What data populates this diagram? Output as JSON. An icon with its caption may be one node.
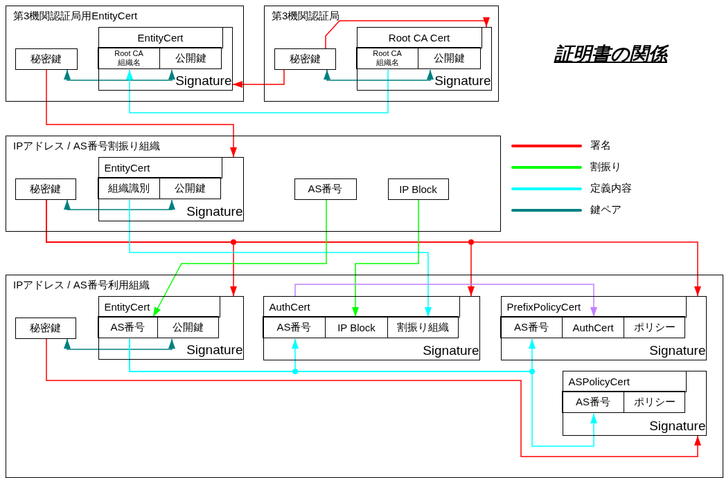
{
  "diagram": {
    "title": "証明書の関係",
    "nodes": [
      {
        "text": [
          "第3機関認証局用EntityCert"
        ]
      },
      {
        "text": [
          "秘密鍵"
        ],
        "in": 0
      },
      {
        "text": [
          "EntityCert",
          "Signature"
        ],
        "in": 0
      },
      {
        "text": [
          "Root CA 組織名"
        ],
        "in": 2
      },
      {
        "text": [
          "公開鍵"
        ],
        "in": 2
      },
      {
        "text": [
          "第3機関認証局"
        ]
      },
      {
        "text": [
          "秘密鍵"
        ],
        "in": 5
      },
      {
        "text": [
          "Root CA Cert",
          "Signature"
        ],
        "in": 5
      },
      {
        "text": [
          "Root CA 組織名"
        ],
        "in": 7
      },
      {
        "text": [
          "公開鍵"
        ],
        "in": 7
      },
      {
        "text": [
          "IPアドレス / AS番号割振り組織"
        ]
      },
      {
        "text": [
          "秘密鍵"
        ],
        "in": 10
      },
      {
        "text": [
          "EntityCert",
          "Signature"
        ],
        "in": 10
      },
      {
        "text": [
          "組織識別"
        ],
        "in": 12
      },
      {
        "text": [
          "公開鍵"
        ],
        "in": 12
      },
      {
        "text": [
          "AS番号"
        ],
        "in": 10
      },
      {
        "text": [
          "IP Block"
        ],
        "in": 10
      },
      {
        "text": [
          "IPアドレス / AS番号利用組織"
        ]
      },
      {
        "text": [
          "秘密鍵"
        ],
        "in": 17
      },
      {
        "text": [
          "EntityCert",
          "Signature"
        ],
        "in": 17
      },
      {
        "text": [
          "AS番号"
        ],
        "in": 19
      },
      {
        "text": [
          "公開鍵"
        ],
        "in": 19
      },
      {
        "text": [
          "AuthCert",
          "Signature"
        ],
        "in": 17
      },
      {
        "text": [
          "AS番号"
        ],
        "in": 22
      },
      {
        "text": [
          "IP Block"
        ],
        "in": 22
      },
      {
        "text": [
          "割振り組織"
        ],
        "in": 22
      },
      {
        "text": [
          "PrefixPolicyCert",
          "Signature"
        ],
        "in": 17
      },
      {
        "text": [
          "AS番号"
        ],
        "in": 26
      },
      {
        "text": [
          "AuthCert"
        ],
        "in": 26
      },
      {
        "text": [
          "ポリシー"
        ],
        "in": 26
      },
      {
        "text": [
          "ASPolicyCert",
          "Signature"
        ],
        "in": 17
      },
      {
        "text": [
          "AS番号"
        ],
        "in": 30
      },
      {
        "text": [
          "ポリシー"
        ],
        "in": 30
      }
    ],
    "edges": [
      {
        "from": 1,
        "to": 4,
        "arrow": "both",
        "color": "#008080"
      },
      {
        "from": 8,
        "to": 3,
        "arrow": "to",
        "color": "#00ffff"
      },
      {
        "from": 6,
        "to": 2,
        "arrow": "to",
        "color": "#ff0000"
      },
      {
        "from": 6,
        "to": 7,
        "arrow": "to",
        "color": "#ff0000"
      },
      {
        "from": 6,
        "to": 9,
        "arrow": "both",
        "color": "#008080"
      },
      {
        "from": 1,
        "to": 12,
        "arrow": "to",
        "color": "#ff0000"
      },
      {
        "from": 11,
        "to": 14,
        "arrow": "both",
        "color": "#008080"
      },
      {
        "from": 11,
        "to": 19,
        "arrow": "to",
        "color": "#ff0000"
      },
      {
        "from": 11,
        "to": 22,
        "arrow": "to",
        "color": "#ff0000"
      },
      {
        "from": 11,
        "to": 26,
        "arrow": "to",
        "color": "#ff0000"
      },
      {
        "from": 13,
        "to": 25,
        "arrow": "to",
        "color": "#00ffff"
      },
      {
        "from": 15,
        "to": 20,
        "arrow": "to",
        "color": "#00ff00"
      },
      {
        "from": 16,
        "to": 24,
        "arrow": "to",
        "color": "#00ff00"
      },
      {
        "from": 22,
        "to": 28,
        "arrow": "to",
        "color": "#c080ff"
      },
      {
        "from": 18,
        "to": 21,
        "arrow": "both",
        "color": "#008080"
      },
      {
        "from": 20,
        "to": 23,
        "arrow": "to",
        "color": "#00ffff"
      },
      {
        "from": 20,
        "to": 27,
        "arrow": "to",
        "color": "#00ffff"
      },
      {
        "from": 20,
        "to": 31,
        "arrow": "to",
        "color": "#00ffff"
      },
      {
        "from": 18,
        "to": 30,
        "arrow": "to",
        "color": "#ff0000"
      }
    ],
    "legend": [
      {
        "text": "署名",
        "color": "#ff0000"
      },
      {
        "text": "割振り",
        "color": "#00ff00"
      },
      {
        "text": "定義内容",
        "color": "#00ffff"
      },
      {
        "text": "鍵ペア",
        "color": "#008080"
      }
    ]
  }
}
